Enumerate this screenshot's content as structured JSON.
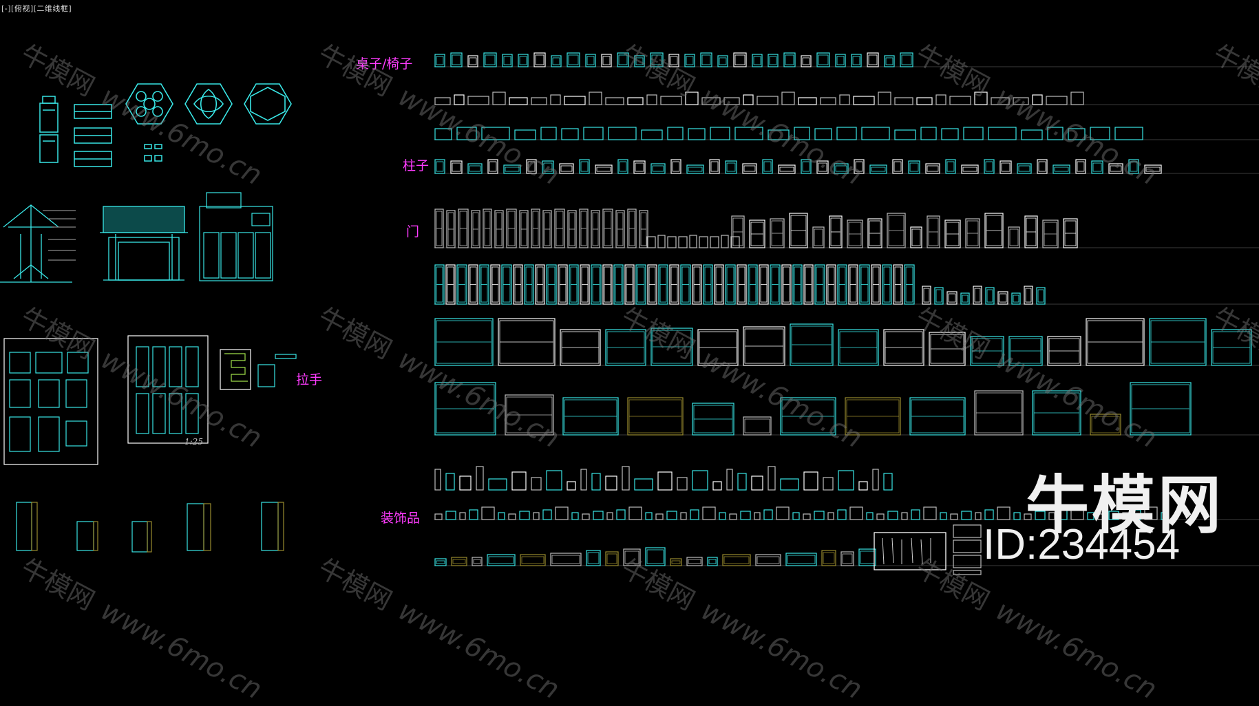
{
  "viewport": {
    "label": "[-][俯视][二维线框]"
  },
  "categories": {
    "chairs": "桌子/椅子",
    "columns": "柱子",
    "doors": "门",
    "handles": "拉手",
    "decor": "装饰品"
  },
  "scale_note": "1:25",
  "watermark": {
    "brand": "牛模网",
    "url": "www.6mo.cn"
  },
  "brand": {
    "name": "牛模网",
    "id": "ID:234454"
  },
  "colors": {
    "background": "#000000",
    "cyan": "#39e6e6",
    "magenta": "#ff3cff",
    "gray": "#bdbdbd",
    "white": "#ffffff",
    "olive": "#9a8b2e",
    "guideline": "#3c3c3c"
  }
}
